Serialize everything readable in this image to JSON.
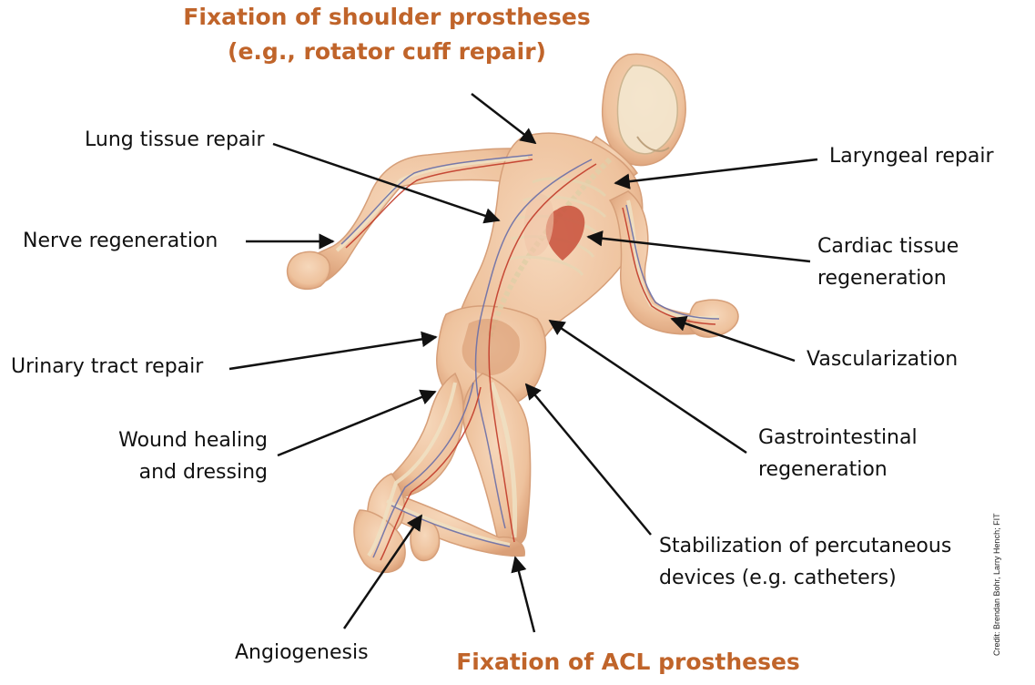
{
  "title": {
    "line1": "Fixation of shoulder prostheses",
    "line2": "(e.g., rotator cuff repair)"
  },
  "labels": {
    "lung": "Lung tissue repair",
    "laryngeal": "Laryngeal repair",
    "nerve": "Nerve regeneration",
    "cardiac_line1": "Cardiac tissue",
    "cardiac_line2": "regeneration",
    "urinary": "Urinary tract repair",
    "vascularization": "Vascularization",
    "wound_line1": "Wound healing",
    "wound_line2": "and dressing",
    "gastro_line1": "Gastrointestinal",
    "gastro_line2": "regeneration",
    "stabilization_line1": "Stabilization of percutaneous",
    "stabilization_line2": "devices (e.g. catheters)",
    "angiogenesis": "Angiogenesis"
  },
  "bottom_title": "Fixation of ACL prostheses",
  "credit": "Credit: Brendan Bohr, Larry Hench; FIT",
  "colors": {
    "accent": "#c0642a",
    "text": "#111111",
    "skin": "#eebf98",
    "skin_dark": "#d99a70",
    "bone": "#f4e7cf",
    "vein": "#6b6fa8",
    "artery": "#c23b2a",
    "arrow": "#111111"
  }
}
